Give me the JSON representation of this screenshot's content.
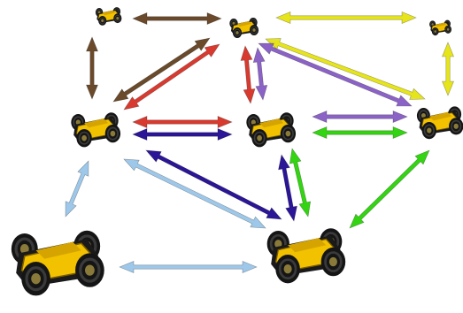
{
  "diagram": {
    "colors": {
      "brown": "#6b4a2b",
      "yellow": "#e6e41a",
      "red": "#d83a2f",
      "purple": "#8b63c7",
      "indigo": "#2a1696",
      "green": "#33d411",
      "lightblue": "#9ec8ea",
      "robot_body": "#f2c200",
      "robot_dark": "#1a1a1a",
      "robot_tire": "#151515"
    },
    "nodes": [
      {
        "id": "robot-top-left"
      },
      {
        "id": "robot-top-center"
      },
      {
        "id": "robot-top-right"
      },
      {
        "id": "robot-mid-left"
      },
      {
        "id": "robot-mid-center"
      },
      {
        "id": "robot-mid-right"
      },
      {
        "id": "robot-bottom-left"
      },
      {
        "id": "robot-bottom-center"
      }
    ],
    "links": [
      {
        "from": "robot-top-left",
        "to": "robot-top-center",
        "color": "brown"
      },
      {
        "from": "robot-top-left",
        "to": "robot-mid-left",
        "color": "brown"
      },
      {
        "from": "robot-top-center",
        "to": "robot-mid-left",
        "color": "brown"
      },
      {
        "from": "robot-top-center",
        "to": "robot-mid-left",
        "color": "red"
      },
      {
        "from": "robot-top-center",
        "to": "robot-top-right",
        "color": "yellow"
      },
      {
        "from": "robot-top-right",
        "to": "robot-mid-right",
        "color": "yellow"
      },
      {
        "from": "robot-top-center",
        "to": "robot-mid-right",
        "color": "yellow"
      },
      {
        "from": "robot-top-center",
        "to": "robot-mid-right",
        "color": "purple"
      },
      {
        "from": "robot-top-center",
        "to": "robot-mid-center",
        "color": "red"
      },
      {
        "from": "robot-top-center",
        "to": "robot-mid-center",
        "color": "purple"
      },
      {
        "from": "robot-mid-left",
        "to": "robot-mid-center",
        "color": "red"
      },
      {
        "from": "robot-mid-left",
        "to": "robot-mid-center",
        "color": "indigo"
      },
      {
        "from": "robot-mid-center",
        "to": "robot-mid-right",
        "color": "purple"
      },
      {
        "from": "robot-mid-center",
        "to": "robot-mid-right",
        "color": "green"
      },
      {
        "from": "robot-mid-left",
        "to": "robot-bottom-center",
        "color": "indigo"
      },
      {
        "from": "robot-mid-left",
        "to": "robot-bottom-center",
        "color": "lightblue"
      },
      {
        "from": "robot-mid-center",
        "to": "robot-bottom-center",
        "color": "indigo"
      },
      {
        "from": "robot-mid-center",
        "to": "robot-bottom-center",
        "color": "green"
      },
      {
        "from": "robot-mid-right",
        "to": "robot-bottom-center",
        "color": "green"
      },
      {
        "from": "robot-mid-left",
        "to": "robot-bottom-left",
        "color": "lightblue"
      },
      {
        "from": "robot-bottom-left",
        "to": "robot-bottom-center",
        "color": "lightblue"
      }
    ]
  }
}
